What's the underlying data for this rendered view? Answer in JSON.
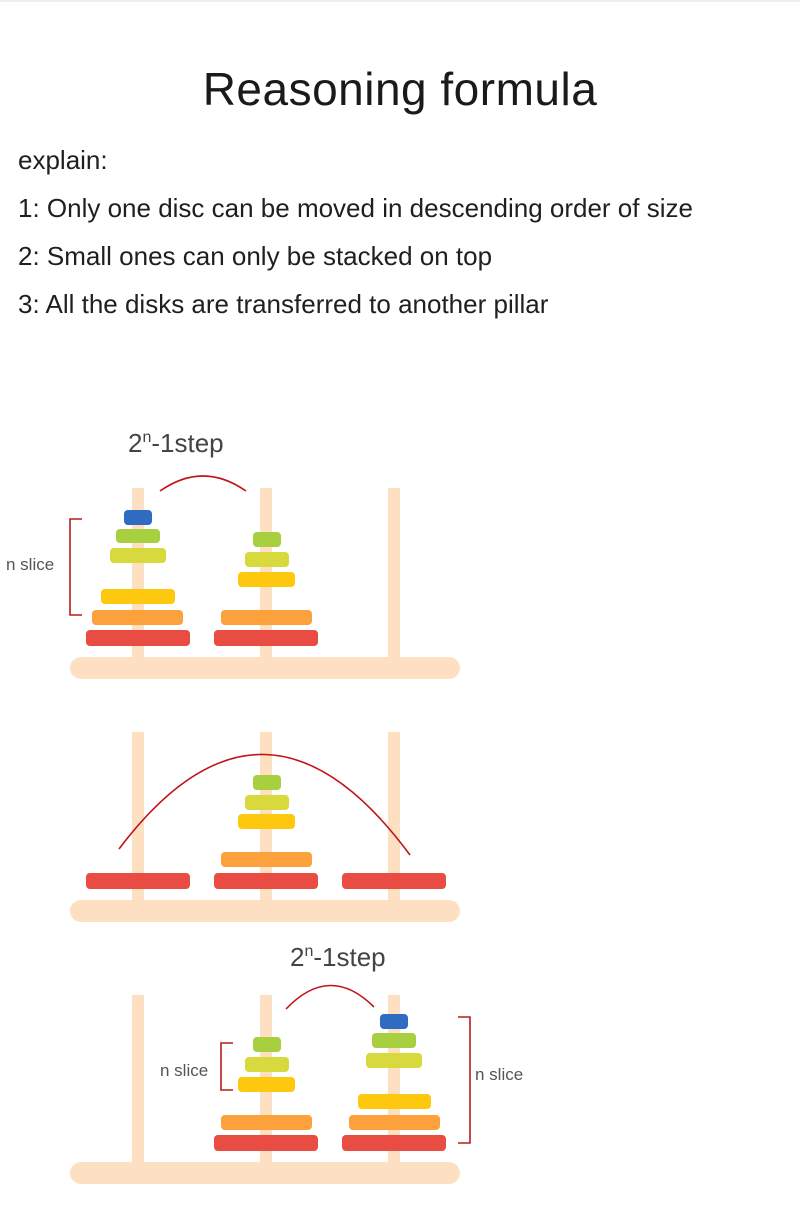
{
  "title": "Reasoning formula",
  "explain_label": "explain:",
  "rules": [
    "1: Only one disc can be moved in descending order of size",
    "2: Small ones can only be stacked on top",
    "3: All the disks are transferred to another pillar"
  ],
  "diagram": {
    "step_label": {
      "base": "2",
      "exponent": "n",
      "suffix": "-1step"
    },
    "slice_label": "n slice",
    "colors": {
      "pillar": "#fde0c2",
      "arrow": "#c0161b",
      "bracket": "#b91c1c",
      "disk_red": "#e84c42",
      "disk_orange": "#fca13c",
      "disk_yellow": "#fdc80e",
      "disk_lime": "#d8d93c",
      "disk_green": "#a7cf40",
      "disk_blue": "#2f6bc1"
    }
  }
}
